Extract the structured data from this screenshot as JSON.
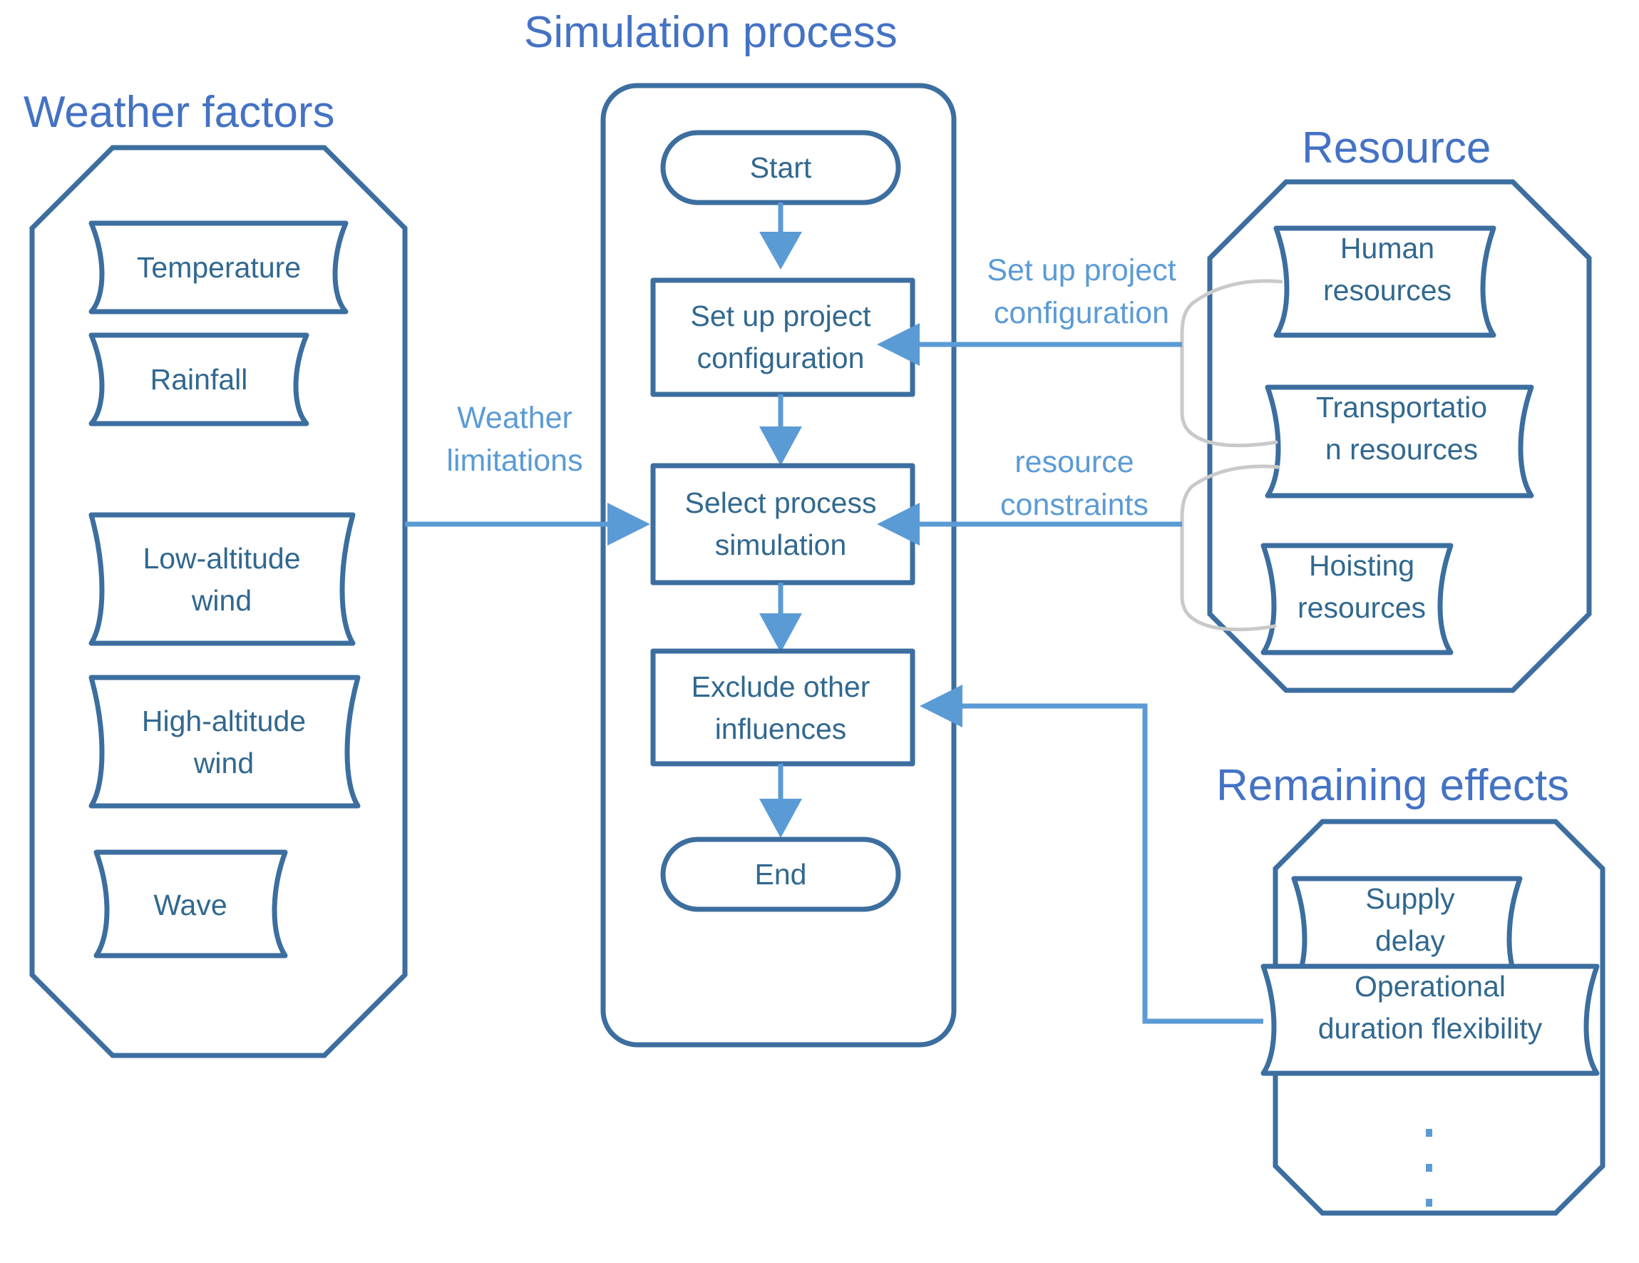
{
  "diagram": {
    "title_weather": "Weather factors",
    "title_simulation": "Simulation process",
    "title_resource": "Resource",
    "title_remaining": "Remaining effects",
    "colors": {
      "shape_stroke": "#3c6e9f",
      "group_title": "#4472c4",
      "arrow": "#5b9bd5",
      "brace": "#c9c9c9",
      "node_text": "#31688f",
      "background": "#ffffff"
    }
  },
  "weather_factors": {
    "title": "Weather factors",
    "items": [
      {
        "label": "Temperature"
      },
      {
        "label": "Rainfall"
      },
      {
        "label_line1": "Low-altitude",
        "label_line2": "wind"
      },
      {
        "label_line1": "High-altitude",
        "label_line2": "wind"
      },
      {
        "label": "Wave"
      }
    ]
  },
  "simulation_process": {
    "title": "Simulation process",
    "nodes": [
      {
        "type": "terminator",
        "label": "Start"
      },
      {
        "type": "process",
        "label_line1": "Set up project",
        "label_line2": "configuration"
      },
      {
        "type": "process",
        "label_line1": "Select process",
        "label_line2": "simulation"
      },
      {
        "type": "process",
        "label_line1": "Exclude other",
        "label_line2": "influences"
      },
      {
        "type": "terminator",
        "label": "End"
      }
    ]
  },
  "resource": {
    "title": "Resource",
    "items": [
      {
        "label_line1": "Human",
        "label_line2": "resources"
      },
      {
        "label_line1": "Transportatio",
        "label_line2": "n resources"
      },
      {
        "label_line1": "Hoisting",
        "label_line2": "resources"
      }
    ]
  },
  "remaining_effects": {
    "title": "Remaining effects",
    "items": [
      {
        "label_line1": "Supply",
        "label_line2": "delay"
      },
      {
        "label_line1": "Operational",
        "label_line2": "duration flexibility"
      }
    ],
    "ellipsis": "⋮"
  },
  "edges": [
    {
      "id": "weather-limitations",
      "label_line1": "Weather",
      "label_line2": "limitations"
    },
    {
      "id": "setup-project-config",
      "label_line1": "Set up project",
      "label_line2": "configuration"
    },
    {
      "id": "resource-constraints",
      "label_line1": "resource",
      "label_line2": "constraints"
    }
  ]
}
